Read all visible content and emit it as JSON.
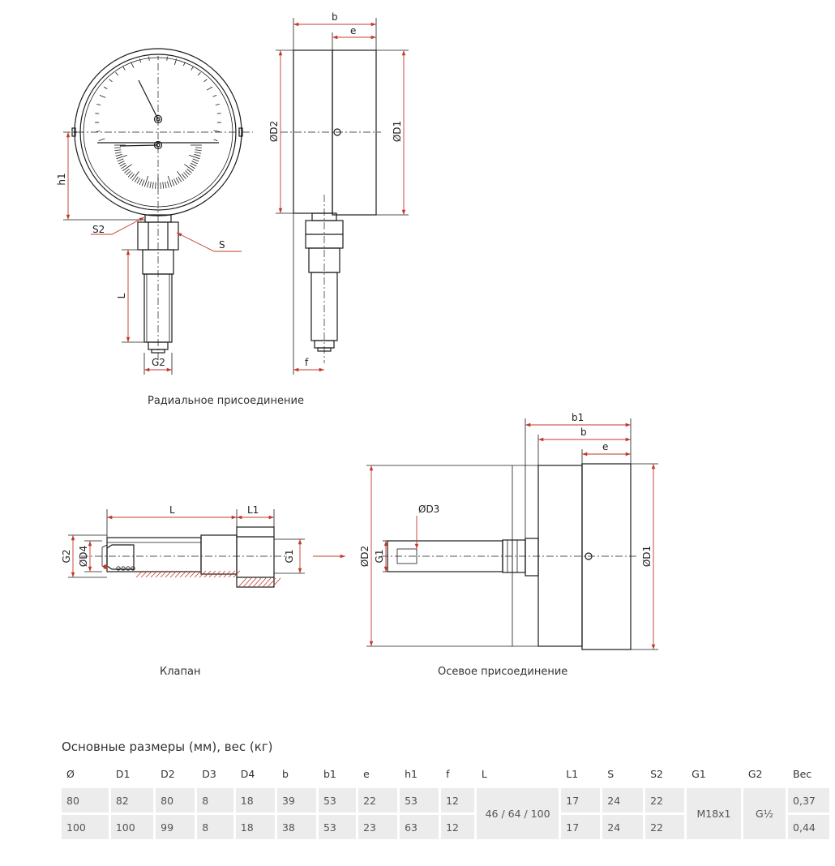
{
  "labels": {
    "b": "b",
    "e": "e",
    "b1": "b1",
    "D1": "ØD1",
    "D2": "ØD2",
    "D3": "ØD3",
    "D4": "ØD4",
    "h1": "h1",
    "S": "S",
    "S2": "S2",
    "L": "L",
    "L1": "L1",
    "G1": "G1",
    "G2": "G2",
    "f": "f"
  },
  "captions": {
    "radial": "Радиальное присоединение",
    "valve": "Клапан",
    "axial": "Осевое присоединение"
  },
  "table": {
    "title": "Основные размеры (мм), вес (кг)",
    "headers": [
      "Ø",
      "D1",
      "D2",
      "D3",
      "D4",
      "b",
      "b1",
      "e",
      "h1",
      "f",
      "L",
      "L1",
      "S",
      "S2",
      "G1",
      "G2",
      "Вес"
    ],
    "rows": [
      [
        "80",
        "82",
        "80",
        "8",
        "18",
        "39",
        "53",
        "22",
        "53",
        "12",
        "17",
        "24",
        "22",
        "0,37"
      ],
      [
        "100",
        "100",
        "99",
        "8",
        "18",
        "38",
        "53",
        "23",
        "63",
        "12",
        "17",
        "24",
        "22",
        "0,44"
      ]
    ],
    "merged": {
      "L": "46 / 64 / 100",
      "G1": "M18x1",
      "G2": "G½"
    }
  },
  "colors": {
    "dimension": "#c0392b",
    "line": "#1a1a1a",
    "cell": "#ececec"
  }
}
